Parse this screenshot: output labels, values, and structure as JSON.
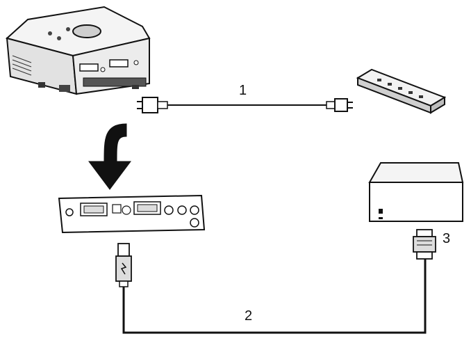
{
  "labels": {
    "power_cable": "1",
    "dvi_cable": "2",
    "m1_connector": "3"
  },
  "colors": {
    "line": "#111111",
    "body": "#ffffff",
    "shade": "#d9d9d9",
    "dark": "#3a3a3a"
  }
}
